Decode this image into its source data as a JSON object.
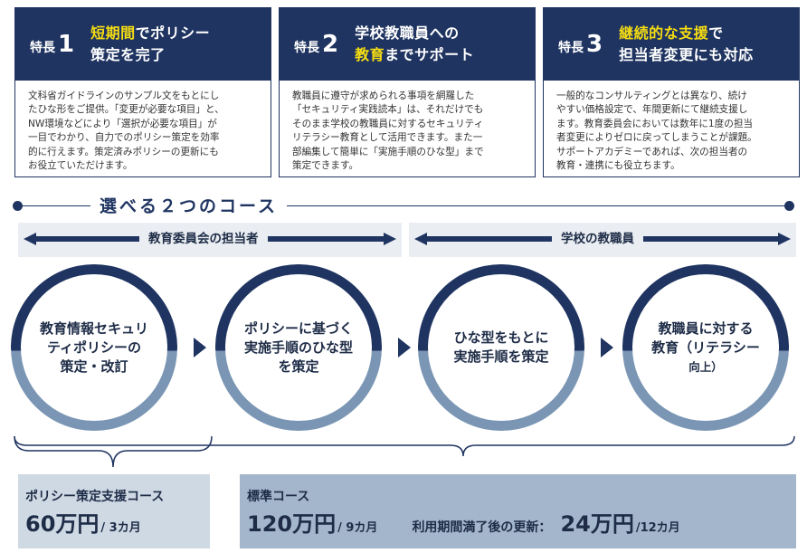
{
  "features": [
    {
      "label": "特長",
      "number": "1",
      "head_line1_highlight": "短期間",
      "head_line1_rest": "でポリシー",
      "head_line2": "策定を完了",
      "body": [
        "文科省ガイドラインのサンプル文をもとにし",
        "たひな形をご提供。「変更が必要な項目」と、",
        "NW環境などにより「選択が必要な項目」が",
        "一目でわかり、自力でのポリシー策定を効率",
        "的に行えます。策定済みポリシーの更新にも",
        "お役立ていただけます。"
      ]
    },
    {
      "label": "特長",
      "number": "2",
      "head_line1": "学校教職員への",
      "head_line2_highlight": "教育",
      "head_line2_rest": "までサポート",
      "body": [
        "教職員に遵守が求められる事項を網羅した",
        "「セキュリティ実践読本」は、それだけでも",
        "そのまま学校の教職員に対するセキュリティ",
        "リテラシー教育として活用できます。また一",
        "部編集して簡単に「実施手順のひな型」まで",
        "策定できます。"
      ]
    },
    {
      "label": "特長",
      "number": "3",
      "head_line1_highlight": "継続的な支援",
      "head_line1_rest": "で",
      "head_line2": "担当者変更にも対応",
      "body": [
        "一般的なコンサルティングとは異なり、続け",
        "やすい価格設定で、年間更新にて継続支援し",
        "ます。教育委員会においては数年に1度の担当",
        "者変更によりゼロに戻ってしまうことが課題。",
        "サポートアカデミーであれば、次の担当者の",
        "教育・連携にも役立ちます。"
      ]
    }
  ],
  "course_title": "選べる２つのコース",
  "audiences": [
    "教育委員会の担当者",
    "学校の教職員"
  ],
  "steps": [
    {
      "lines": [
        "教育情報セキュリ",
        "ティポリシーの",
        "策定・改訂"
      ]
    },
    {
      "lines": [
        "ポリシーに基づく",
        "実施手順のひな型",
        "を策定"
      ]
    },
    {
      "lines": [
        "ひな型をもとに",
        "実施手順を策定"
      ]
    },
    {
      "lines": [
        "教職員に対する",
        "教育（リテラシー",
        "向上）"
      ]
    }
  ],
  "courses": {
    "policy": {
      "name": "ポリシー策定支援コース",
      "price": "60万円",
      "term": "/ 3カ月"
    },
    "standard": {
      "name": "標準コース",
      "price": "120万円",
      "term": "/ 9カ月",
      "renewal_label": "利用期間満了後の更新：",
      "renewal_price": "24万円",
      "renewal_term": "/12カ月"
    }
  },
  "colors": {
    "navy": "#1f3461",
    "highlight": "#f6dd12",
    "band": "#eaeef2",
    "light_blue": "#7a96b4",
    "price_light": "#cfd9e4",
    "price_mid": "#a3b6cb"
  }
}
